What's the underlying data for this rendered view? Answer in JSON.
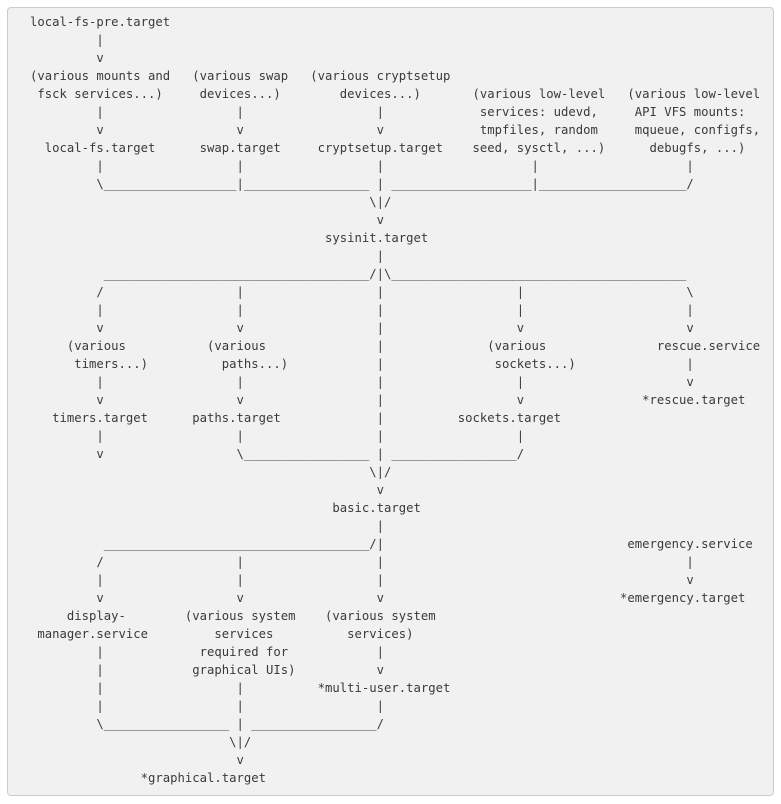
{
  "style": {
    "page_background": "#ffffff",
    "code_block_background": "#f1f1f1",
    "code_block_border": "#cccccc",
    "text_color": "#3a3a3a"
  },
  "diagram": {
    "visible_units": [
      "local-fs-pre.target",
      "local-fs.target",
      "swap.target",
      "cryptsetup.target",
      "sysinit.target",
      "timers.target",
      "paths.target",
      "sockets.target",
      "rescue.service",
      "*rescue.target",
      "basic.target",
      "emergency.service",
      "*emergency.target",
      "display-manager.service",
      "*multi-user.target",
      "*graphical.target"
    ],
    "visible_annotations": [
      "(various mounts and fsck services...)",
      "(various swap devices...)",
      "(various cryptsetup devices...)",
      "(various low-level services: udevd, tmpfiles, random seed, sysctl, ...)",
      "(various low-level API VFS mounts: mqueue, configfs, debugfs, ...)",
      "(various timers...)",
      "(various paths...)",
      "(various sockets...)",
      "(various system services required for graphical UIs)",
      "(various system services)"
    ],
    "lines": [
      "local-fs-pre.target",
      "         |",
      "         v",
      "(various mounts and   (various swap   (various cryptsetup",
      " fsck services...)     devices...)        devices...)       (various low-level   (various low-level",
      "         |                  |                  |             services: udevd,     API VFS mounts:",
      "         v                  v                  v             tmpfiles, random     mqueue, configfs,",
      "  local-fs.target      swap.target     cryptsetup.target    seed, sysctl, ...)      debugfs, ...)",
      "         |                  |                  |                    |                    |",
      "         \\__________________|_________________ | ___________________|____________________/",
      "                                              \\|/",
      "                                               v",
      "                                        sysinit.target",
      "                                               |",
      "          ____________________________________/|\\________________________________________",
      "         /                  |                  |                  |                      \\",
      "         |                  |                  |                  |                      |",
      "         v                  v                  |                  v                      v",
      "     (various           (various               |              (various               rescue.service",
      "      timers...)          paths...)            |               sockets...)               |",
      "         |                  |                  |                  |                      v",
      "         v                  v                  |                  v                *rescue.target",
      "   timers.target      paths.target             |          sockets.target",
      "         |                  |                  |                  |",
      "         v                  \\_________________ | _________________/",
      "                                              \\|/",
      "                                               v",
      "                                         basic.target",
      "                                               |",
      "          ____________________________________/|                                 emergency.service",
      "         /                  |                  |                                         |",
      "         |                  |                  |                                         v",
      "         v                  v                  v                                *emergency.target",
      "     display-        (various system    (various system",
      " manager.service         services          services)",
      "         |             required for            |",
      "         |            graphical UIs)           v",
      "         |                  |          *multi-user.target",
      "         |                  |                  |",
      "         \\_________________ | _________________/",
      "                           \\|/",
      "                            v",
      "               *graphical.target"
    ]
  }
}
